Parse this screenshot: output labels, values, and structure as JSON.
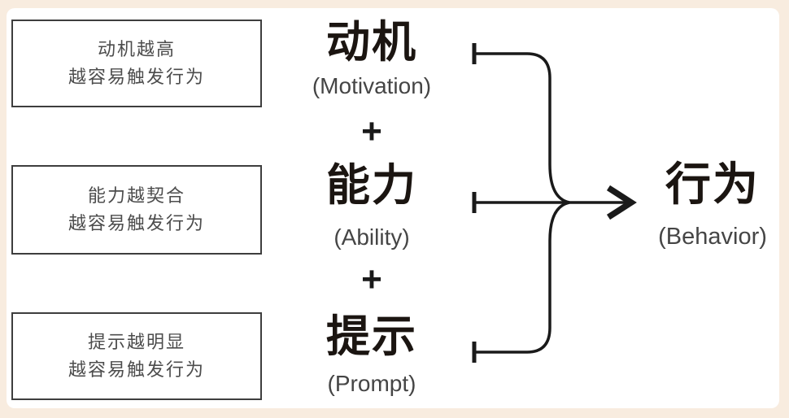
{
  "colors": {
    "frame_bg": "#f8ecdf",
    "panel_bg": "#ffffff",
    "box_border": "#3e3e3e",
    "box_text": "#4c4c4c",
    "term_text": "#1b1511",
    "paren_text": "#454545",
    "line": "#1a1a1a"
  },
  "condition_boxes": [
    {
      "line1": "动机越高",
      "line2": "越容易触发行为"
    },
    {
      "line1": "能力越契合",
      "line2": "越容易触发行为"
    },
    {
      "line1": "提示越明显",
      "line2": "越容易触发行为"
    }
  ],
  "terms": [
    {
      "name": "动机",
      "english": "(Motivation)"
    },
    {
      "name": "能力",
      "english": "(Ability)"
    },
    {
      "name": "提示",
      "english": "(Prompt)"
    }
  ],
  "plus_sign": "+",
  "result": {
    "name": "行为",
    "english": "(Behavior)"
  }
}
